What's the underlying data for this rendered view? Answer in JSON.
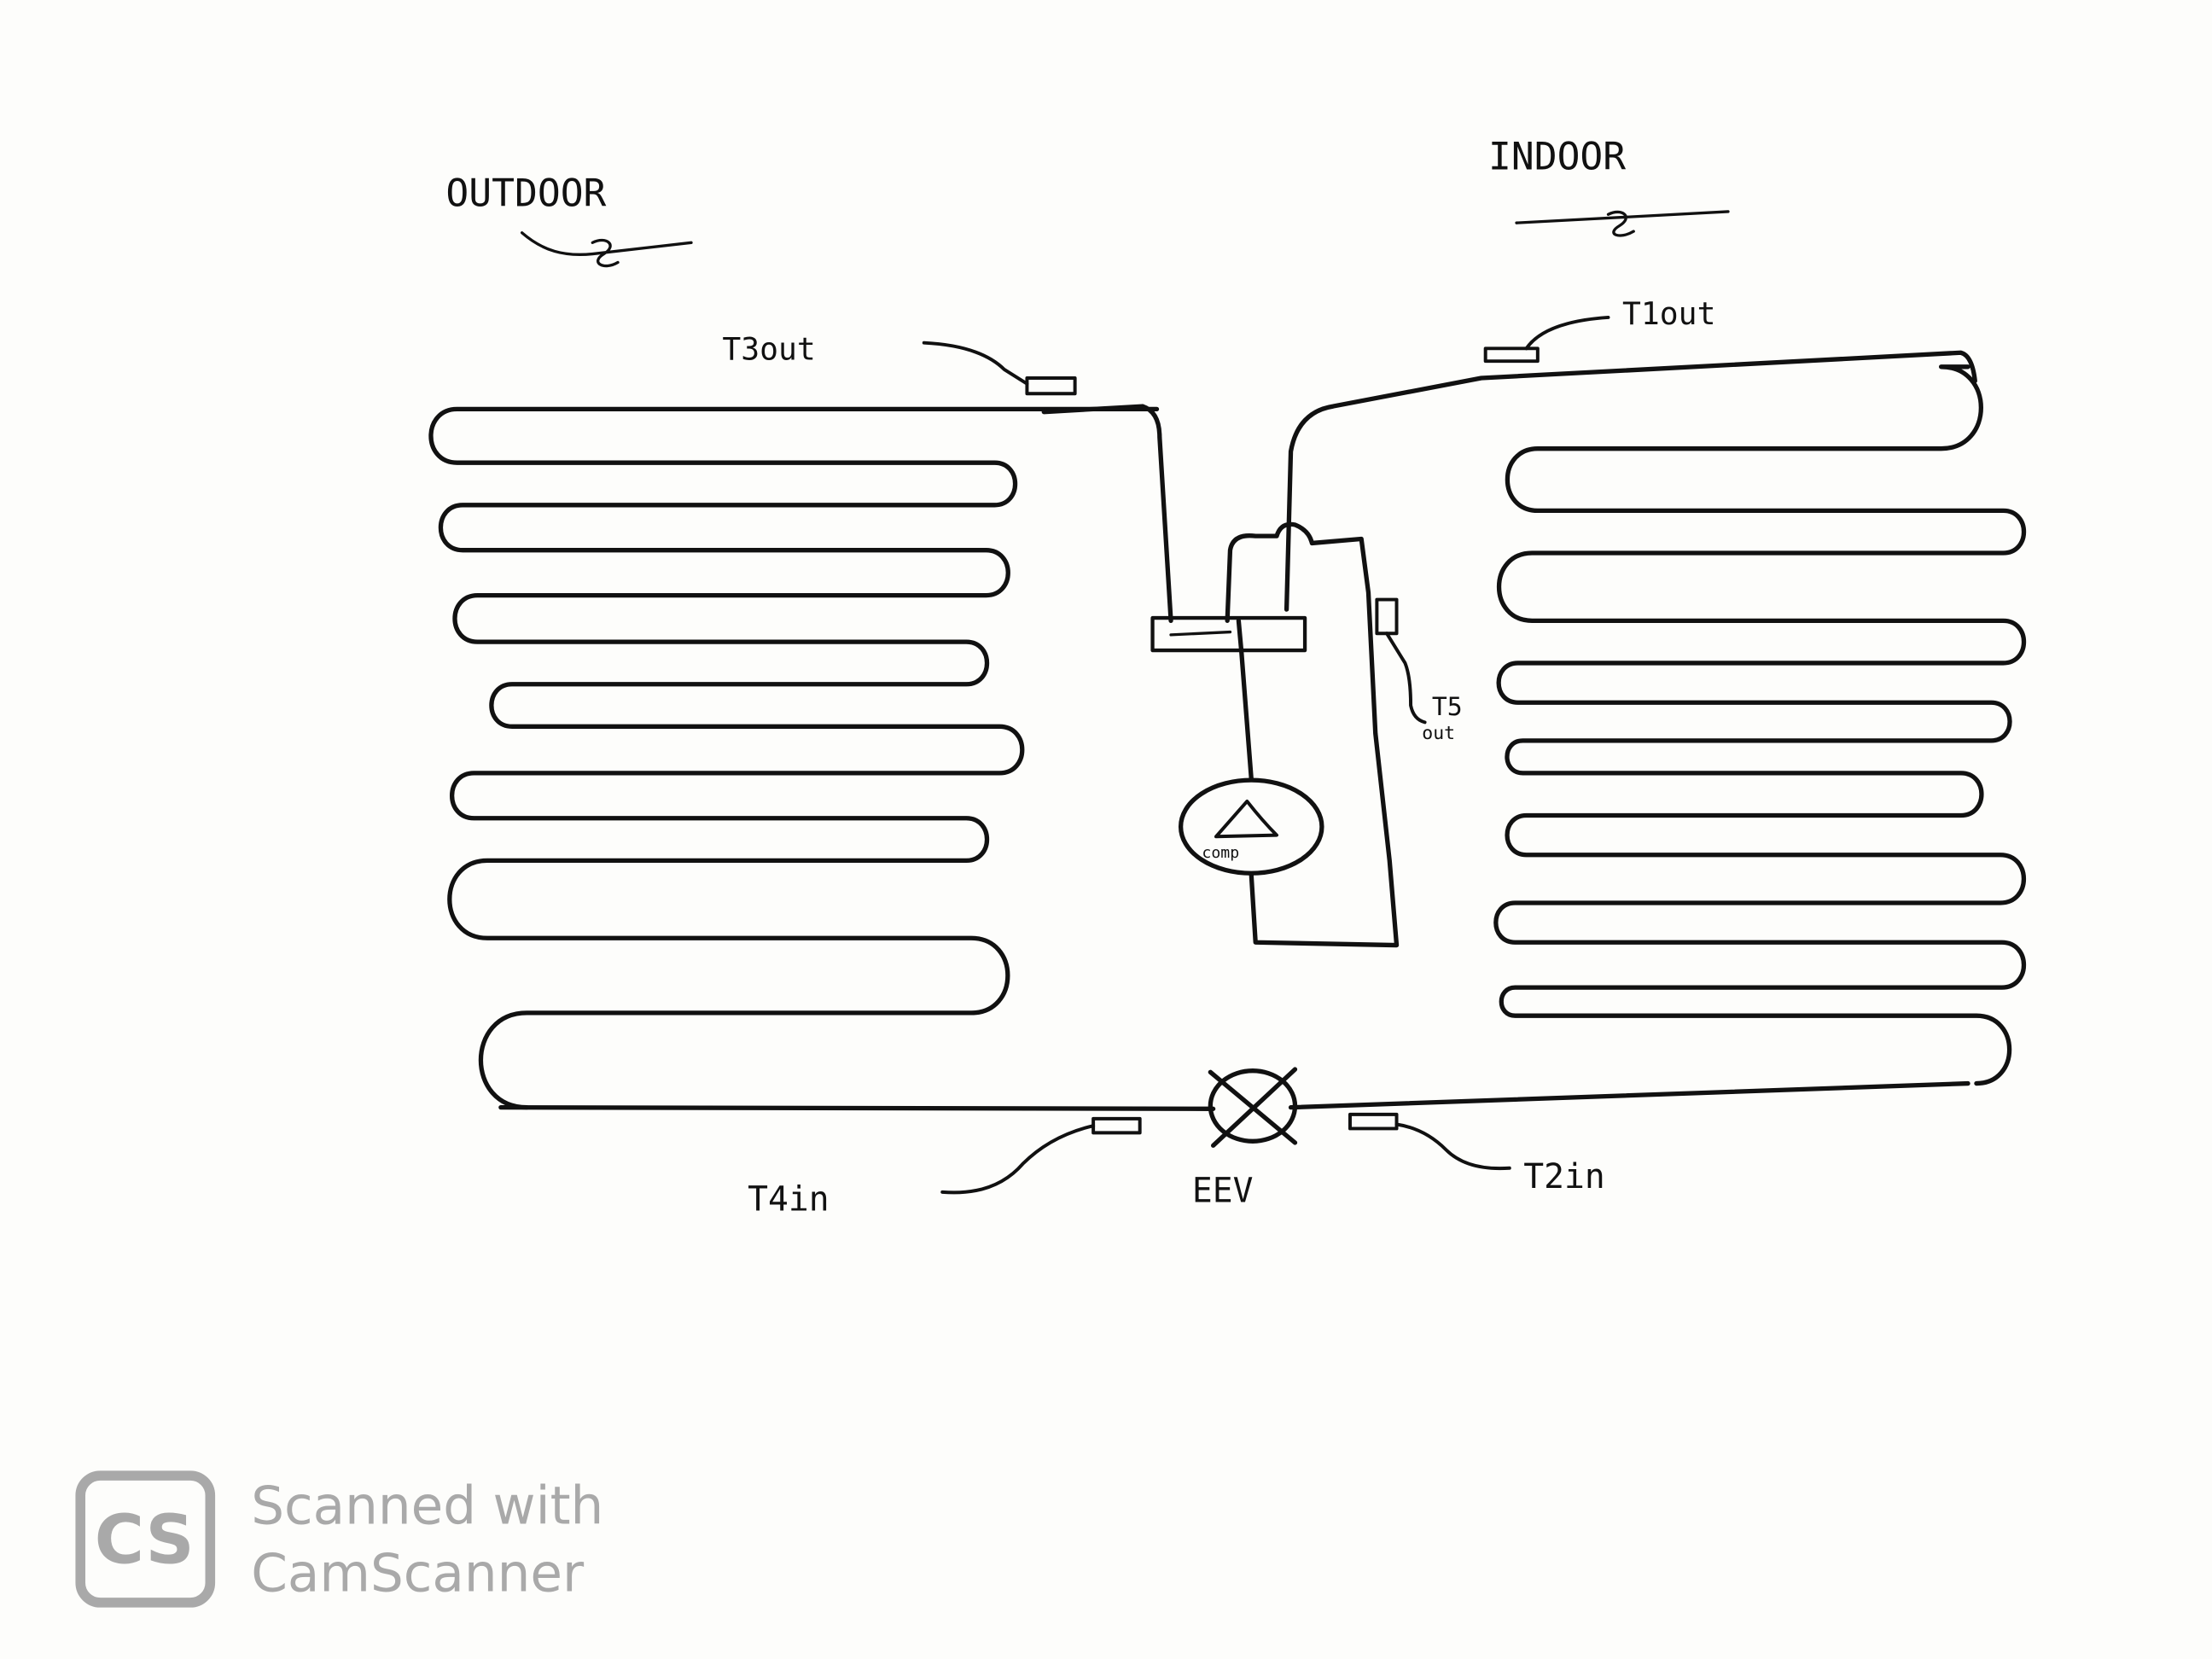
{
  "diagram": {
    "labels": {
      "outdoor": "OUTDOOR",
      "indoor": "INDOOR",
      "t3out": "T3out",
      "t1out": "T1out",
      "t5": "T5",
      "t5_sub": "out",
      "t4in": "T4in",
      "eev": "EEV",
      "t2in": "T2in",
      "comp": "comp"
    }
  },
  "watermark": {
    "logo": "CS",
    "line1": "Scanned with",
    "line2": "CamScanner",
    "color": "#a9a9a9"
  }
}
